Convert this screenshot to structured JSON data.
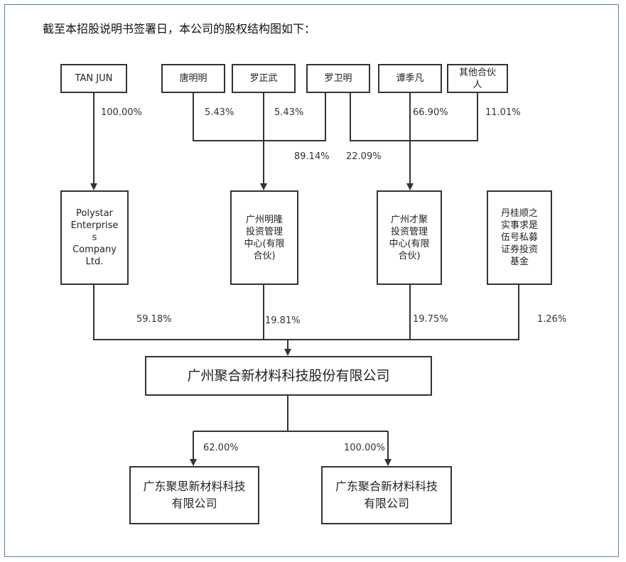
{
  "intro": "截至本招股说明书签署日，本公司的股权结构图如下：",
  "shareholders": {
    "tan_jun": "TAN JUN",
    "tang_mingming": "唐明明",
    "luo_zhengwu": "罗正武",
    "luo_weiming": "罗卫明",
    "tan_jifan": "谭季凡",
    "other_partners": "其他合伙\n人"
  },
  "entities": {
    "polystar": "Polystar\nEnterprise\ns\nCompany\nLtd.",
    "minglong": "广州明隆\n投资管理\n中心(有限\n合伙)",
    "caiju": "广州才聚\n投资管理\n中心(有限\n合伙)",
    "danguishun": "丹桂顺之\n实事求是\n伍号私募\n证券投资\n基金"
  },
  "company": "广州聚合新材料科技股份有限公司",
  "subsidiaries": {
    "jusi": "广东聚思新材料科技\n有限公司",
    "juhe": "广东聚合新材料科技\n有限公司"
  },
  "percentages": {
    "tan_jun_polystar": "100.00%",
    "tang_mingming": "5.43%",
    "luo_zhengwu": "5.43%",
    "luo_weiming_minglong": "89.14%",
    "luo_weiming_caiju": "22.09%",
    "tan_jifan": "66.90%",
    "other_partners": "11.01%",
    "polystar_company": "59.18%",
    "minglong_company": "19.81%",
    "caiju_company": "19.75%",
    "danguishun_company": "1.26%",
    "company_jusi": "62.00%",
    "company_juhe": "100.00%"
  }
}
